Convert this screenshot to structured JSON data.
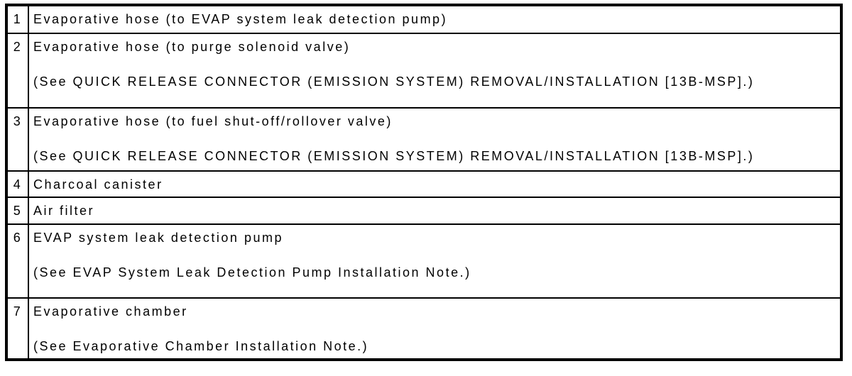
{
  "table": {
    "columns": [
      "item_number",
      "description"
    ],
    "text_color": "#000000",
    "border_color": "#000000",
    "background_color": "#ffffff",
    "rows": [
      {
        "num": "1",
        "text": "Evaporative hose (to EVAP system leak detection pump)",
        "note": ""
      },
      {
        "num": "2",
        "text": "Evaporative hose (to purge solenoid valve)",
        "note": "(See QUICK RELEASE CONNECTOR (EMISSION SYSTEM) REMOVAL/INSTALLATION [13B-MSP].)"
      },
      {
        "num": "3",
        "text": "Evaporative hose (to fuel shut-off/rollover valve)",
        "note": "(See QUICK RELEASE CONNECTOR (EMISSION SYSTEM) REMOVAL/INSTALLATION [13B-MSP].)"
      },
      {
        "num": "4",
        "text": "Charcoal canister",
        "note": ""
      },
      {
        "num": "5",
        "text": "Air filter",
        "note": ""
      },
      {
        "num": "6",
        "text": "EVAP system leak detection pump",
        "note": "(See EVAP System Leak Detection Pump Installation Note.)"
      },
      {
        "num": "7",
        "text": "Evaporative chamber",
        "note": "(See Evaporative Chamber Installation Note.)"
      }
    ]
  }
}
